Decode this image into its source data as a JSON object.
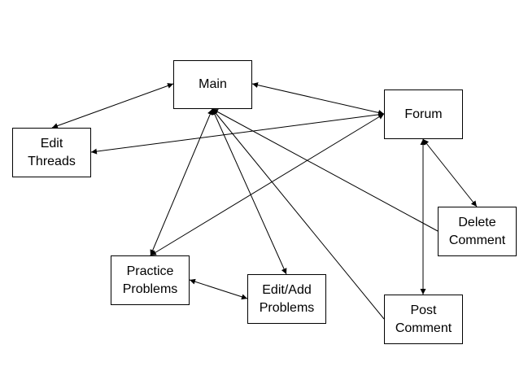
{
  "nodes": {
    "main": {
      "line1": "Main",
      "line2": ""
    },
    "edit_threads": {
      "line1": "Edit",
      "line2": "Threads"
    },
    "forum": {
      "line1": "Forum",
      "line2": ""
    },
    "delete_comment": {
      "line1": "Delete",
      "line2": "Comment"
    },
    "practice_problems": {
      "line1": "Practice",
      "line2": "Problems"
    },
    "edit_add_problems": {
      "line1": "Edit/Add",
      "line2": "Problems"
    },
    "post_comment": {
      "line1": "Post",
      "line2": "Comment"
    }
  },
  "edges": [
    {
      "from": "main",
      "to": "edit_threads",
      "arrows": "both"
    },
    {
      "from": "main",
      "to": "forum",
      "arrows": "both"
    },
    {
      "from": "forum",
      "to": "edit_threads",
      "arrows": "both"
    },
    {
      "from": "main",
      "to": "practice_problems",
      "arrows": "both"
    },
    {
      "from": "forum",
      "to": "practice_problems",
      "arrows": "both"
    },
    {
      "from": "main",
      "to": "edit_add_problems",
      "arrows": "both"
    },
    {
      "from": "main",
      "to": "delete_comment",
      "arrows": "start"
    },
    {
      "from": "main",
      "to": "post_comment",
      "arrows": "start"
    },
    {
      "from": "forum",
      "to": "delete_comment",
      "arrows": "both"
    },
    {
      "from": "forum",
      "to": "post_comment",
      "arrows": "both"
    },
    {
      "from": "practice_problems",
      "to": "edit_add_problems",
      "arrows": "both"
    }
  ]
}
